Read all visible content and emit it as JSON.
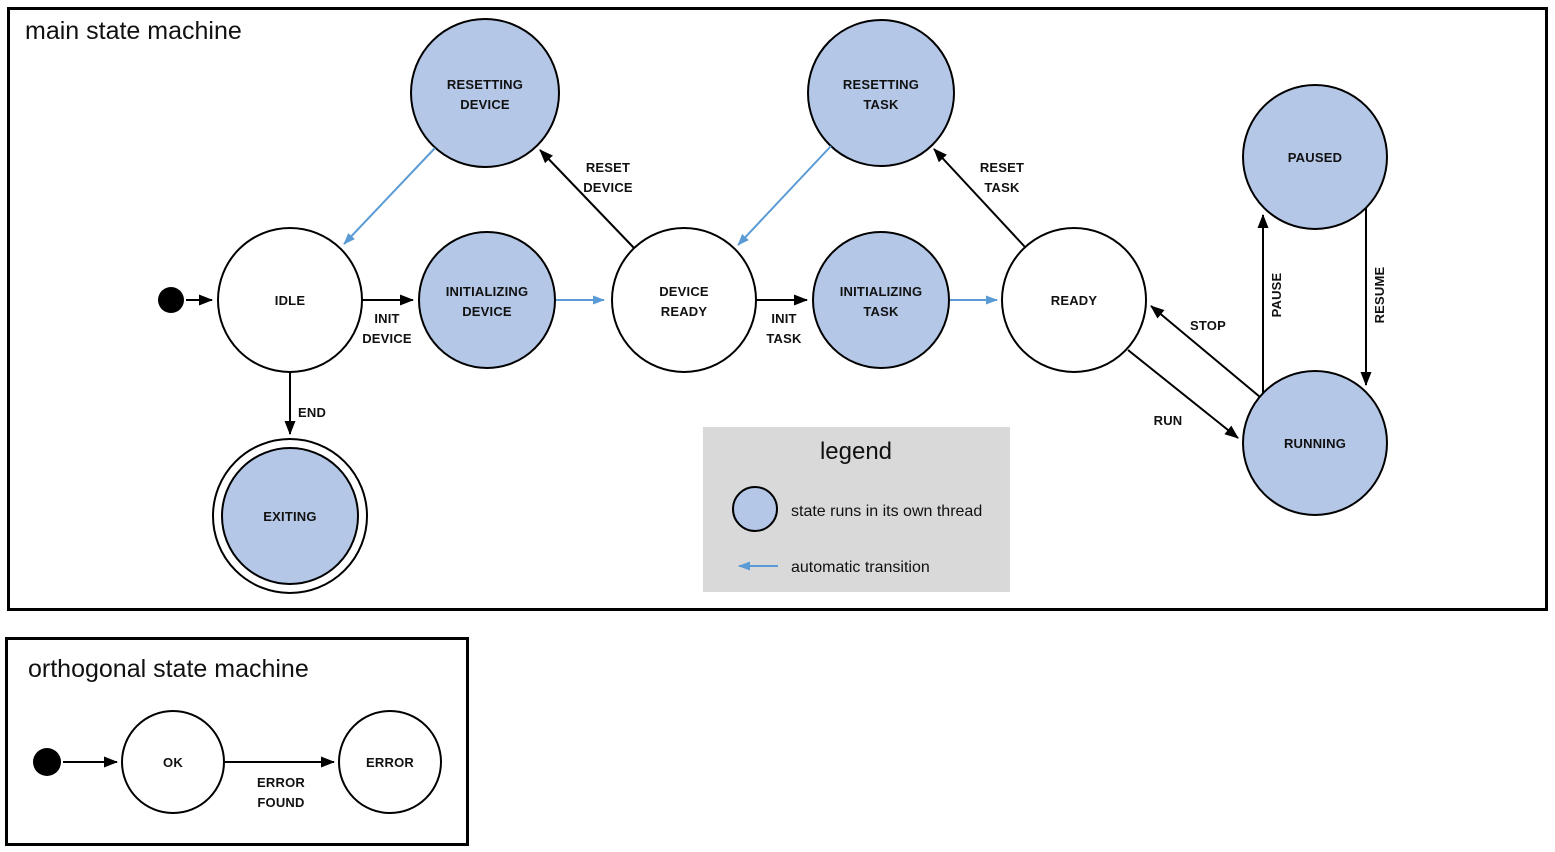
{
  "colors": {
    "threaded_state_fill": "#b4c7e7",
    "state_stroke": "#000000",
    "transition_color": "#000000",
    "automatic_transition_color": "#5b9bd5",
    "legend_background": "#d9d9d9"
  },
  "main_machine": {
    "title": "main state machine",
    "states": {
      "idle": {
        "label": "IDLE"
      },
      "resetting_device": {
        "line1": "RESETTING",
        "line2": "DEVICE"
      },
      "initializing_device": {
        "line1": "INITIALIZING",
        "line2": "DEVICE"
      },
      "device_ready": {
        "line1": "DEVICE",
        "line2": "READY"
      },
      "resetting_task": {
        "line1": "RESETTING",
        "line2": "TASK"
      },
      "initializing_task": {
        "line1": "INITIALIZING",
        "line2": "TASK"
      },
      "ready": {
        "label": "READY"
      },
      "paused": {
        "label": "PAUSED"
      },
      "running": {
        "label": "RUNNING"
      },
      "exiting": {
        "label": "EXITING"
      }
    },
    "transitions": {
      "init_device": {
        "line1": "INIT",
        "line2": "DEVICE"
      },
      "reset_device": {
        "line1": "RESET",
        "line2": "DEVICE"
      },
      "init_task": {
        "line1": "INIT",
        "line2": "TASK"
      },
      "reset_task": {
        "line1": "RESET",
        "line2": "TASK"
      },
      "end": {
        "label": "END"
      },
      "run": {
        "label": "RUN"
      },
      "stop": {
        "label": "STOP"
      },
      "pause": {
        "label": "PAUSE"
      },
      "resume": {
        "label": "RESUME"
      }
    }
  },
  "legend": {
    "title": "legend",
    "items": [
      {
        "symbol": "threaded-state-circle",
        "label": "state runs in its own thread"
      },
      {
        "symbol": "automatic-transition-arrow",
        "label": "automatic transition"
      }
    ]
  },
  "orthogonal_machine": {
    "title": "orthogonal state machine",
    "states": {
      "ok": {
        "label": "OK"
      },
      "error": {
        "label": "ERROR"
      }
    },
    "transitions": {
      "error_found": {
        "line1": "ERROR",
        "line2": "FOUND"
      }
    }
  }
}
